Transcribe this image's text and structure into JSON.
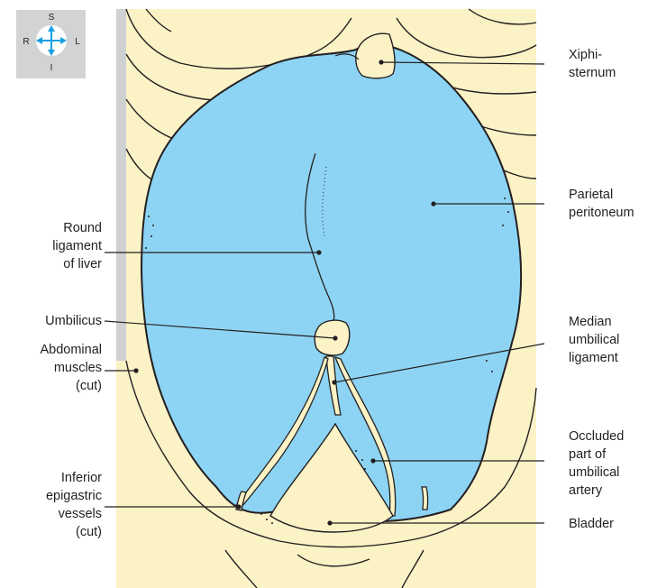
{
  "orientation": {
    "superior": "S",
    "inferior": "I",
    "right": "R",
    "left": "L"
  },
  "labels": {
    "xiphisternum": "Xiphi-\nsternum",
    "parietal_peritoneum": "Parietal\nperitoneum",
    "round_ligament": "Round\nligament\nof liver",
    "umbilicus": "Umbilicus",
    "median_umbilical_ligament": "Median\numbilical\nligament",
    "abdominal_muscles": "Abdominal\nmuscles\n(cut)",
    "occluded_umbilical_artery": "Occluded\npart of\numbilical\nartery",
    "inferior_epigastric_vessels": "Inferior\nepigastric\nvessels\n(cut)",
    "bladder": "Bladder"
  },
  "colors": {
    "peritoneum": "#8dd4f4",
    "tissue": "#fbf2c6",
    "grey_side": "#cfd0d2",
    "compass_bg": "#d1d3d4",
    "compass_arrow": "#1ba0e0",
    "ink": "#231f20"
  }
}
